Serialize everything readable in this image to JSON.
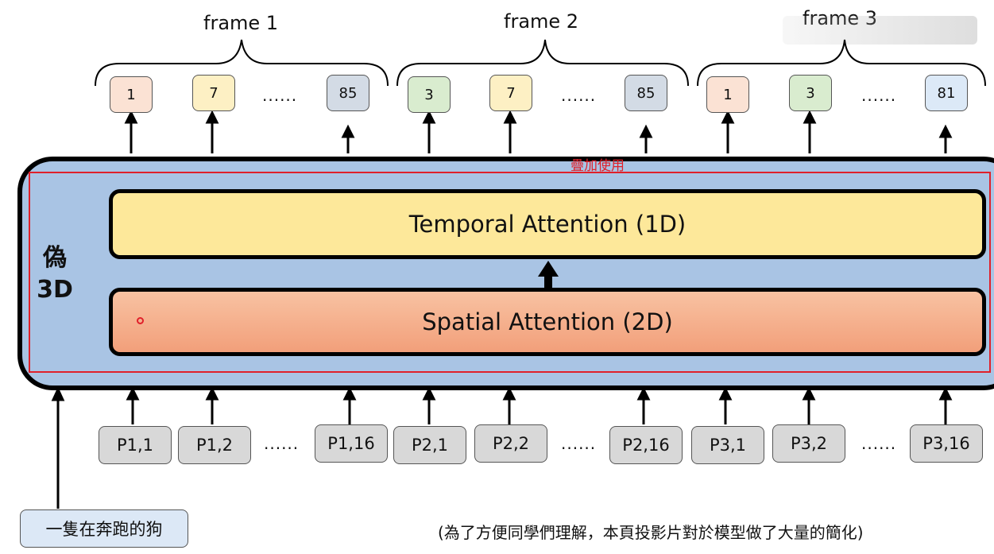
{
  "frames": [
    {
      "label": "frame 1",
      "tokens": [
        {
          "text": "1",
          "color": "#fbe2d4"
        },
        {
          "text": "7",
          "color": "#fdf0c4"
        },
        {
          "text": "85",
          "color": "#d3dbe5"
        }
      ]
    },
    {
      "label": "frame 2",
      "tokens": [
        {
          "text": "3",
          "color": "#d9eccf"
        },
        {
          "text": "7",
          "color": "#fdf0c4"
        },
        {
          "text": "85",
          "color": "#d3dbe5"
        }
      ]
    },
    {
      "label": "frame 3",
      "tokens": [
        {
          "text": "1",
          "color": "#fbe2d4"
        },
        {
          "text": "3",
          "color": "#d9eccf"
        },
        {
          "text": "81",
          "color": "#dce9f7"
        }
      ]
    }
  ],
  "ellipsis": "......",
  "overlay_note": "疊加使用",
  "side_label": {
    "line1": "偽",
    "line2": "3D"
  },
  "temporal_label": "Temporal Attention (1D)",
  "spatial_label": "Spatial Attention (2D)",
  "patches": [
    [
      "P1,1",
      "P1,2",
      "P1,16"
    ],
    [
      "P2,1",
      "P2,2",
      "P2,16"
    ],
    [
      "P3,1",
      "P3,2",
      "P3,16"
    ]
  ],
  "prompt": "一隻在奔跑的狗",
  "footnote": "(為了方便同學們理解，本頁投影片對於模型做了大量的簡化)",
  "colors": {
    "outer": "#a9c4e4",
    "temporal": "#fde89a",
    "spatial": "#f29f7a",
    "patch": "#d8d8d8",
    "prompt": "#dce8f6",
    "annotation": "#e0202a"
  }
}
